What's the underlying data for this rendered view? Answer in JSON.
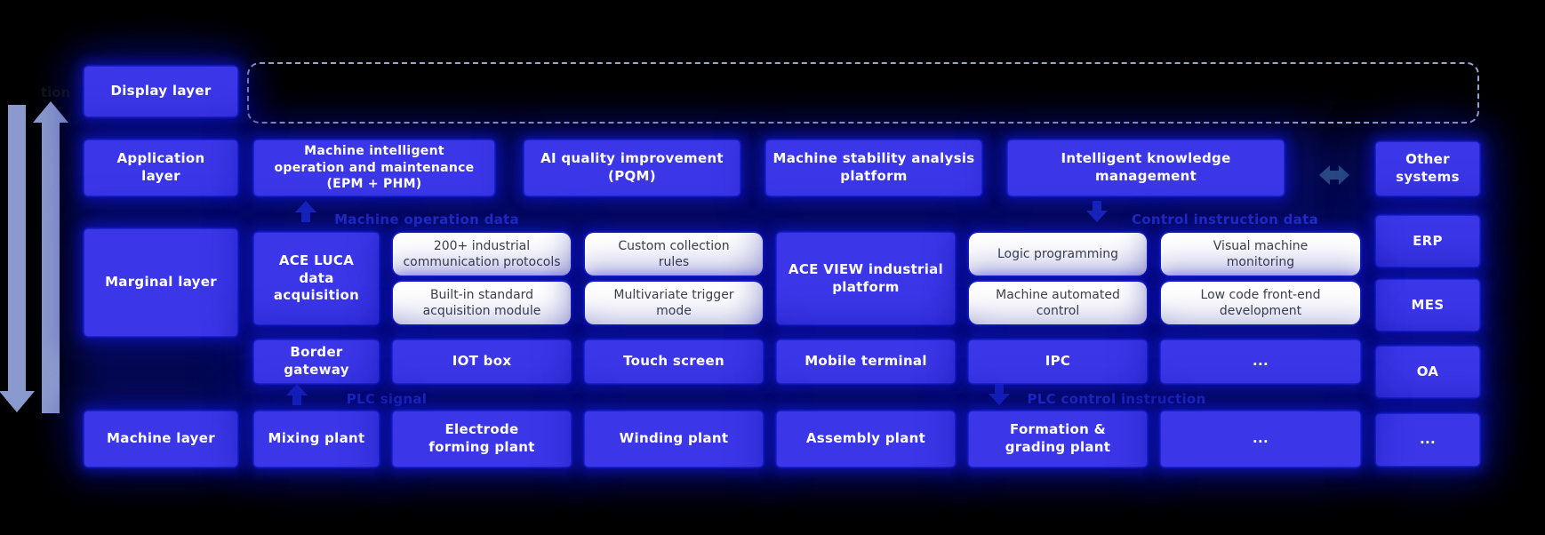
{
  "colors": {
    "background": "#000000",
    "box_blue": "#3b37e8",
    "card_bg": "#ffffff",
    "card_text": "#3d424b",
    "flow_label_blue": "#2b38d9",
    "glow_blue": "#0a14c8",
    "side_arrow_gray": "#8b9ace",
    "dashed_outline": "#a9b7ef",
    "link_arrow_dark": "#2a4a85"
  },
  "edge_label_cropped": "tion",
  "layers": {
    "display": "Display layer",
    "application": "Application\nlayer",
    "marginal": "Marginal layer",
    "machine": "Machine layer"
  },
  "application_row": [
    {
      "label": "Machine intelligent\noperation and maintenance\n(EPM + PHM)"
    },
    {
      "label": "AI quality improvement\n(PQM)"
    },
    {
      "label": "Machine stability analysis\nplatform"
    },
    {
      "label": "Intelligent knowledge\nmanagement"
    }
  ],
  "external_systems": {
    "header": "Other\nsystems",
    "items": [
      {
        "label": "ERP"
      },
      {
        "label": "MES"
      },
      {
        "label": "OA"
      },
      {
        "label": "..."
      }
    ]
  },
  "flow_labels": {
    "machine_operation": "Machine operation data",
    "control_instruction": "Control instruction data",
    "plc_signal": "PLC signal",
    "plc_control": "PLC control instruction"
  },
  "marginal_row": {
    "ace_luca": "ACE LUCA data\nacquisition",
    "ace_view": "ACE VIEW industrial\nplatform",
    "capability_cards": [
      {
        "top": "200+ industrial\ncommunication protocols",
        "bottom": "Built-in standard\nacquisition module"
      },
      {
        "top": "Custom collection\nrules",
        "bottom": "Multivariate trigger\nmode"
      },
      {
        "top": "Logic programming",
        "bottom": "Machine automated\ncontrol"
      },
      {
        "top": "Visual machine\nmonitoring",
        "bottom": "Low code front-end\ndevelopment"
      }
    ]
  },
  "device_row": [
    {
      "label": "Border gateway"
    },
    {
      "label": "IOT box"
    },
    {
      "label": "Touch screen"
    },
    {
      "label": "Mobile terminal"
    },
    {
      "label": "IPC"
    },
    {
      "label": "..."
    }
  ],
  "machine_row": [
    {
      "label": "Mixing plant"
    },
    {
      "label": "Electrode\nforming plant"
    },
    {
      "label": "Winding plant"
    },
    {
      "label": "Assembly plant"
    },
    {
      "label": "Formation &\ngrading plant"
    },
    {
      "label": "..."
    }
  ],
  "icons": {
    "left_down": "down-arrow",
    "left_up": "up-arrow",
    "row_up": "up-arrow",
    "row_down": "down-arrow",
    "external_link": "left-right-arrow"
  }
}
